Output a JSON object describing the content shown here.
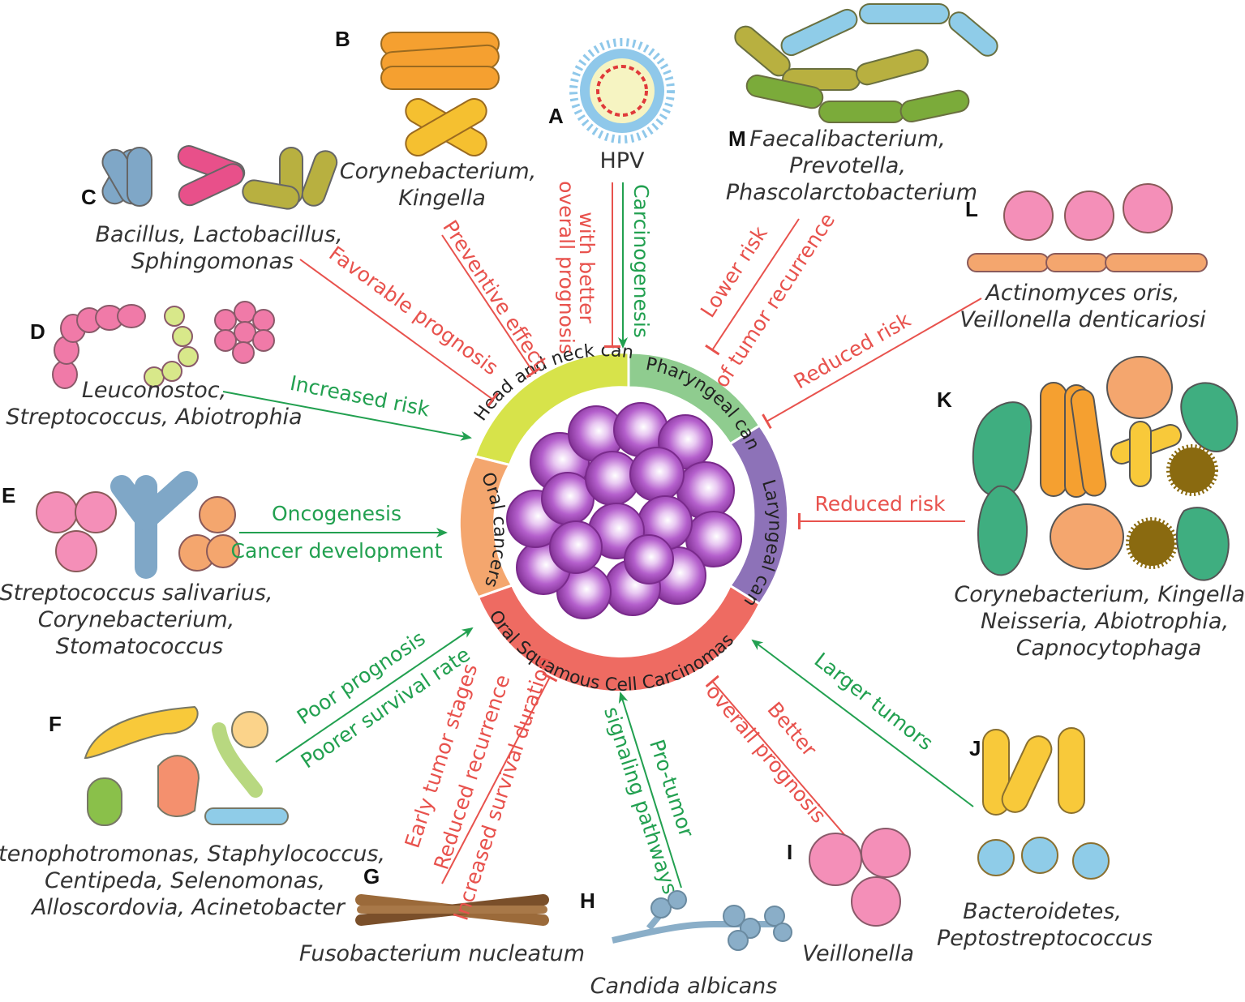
{
  "center": {
    "segments": [
      {
        "id": "head-neck",
        "label": "Head and neck cancers",
        "color": "#d7e34a"
      },
      {
        "id": "pharyngeal",
        "label": "Pharyngeal cancers",
        "color": "#8fcc8f"
      },
      {
        "id": "laryngeal",
        "label": "Laryngeal cancers",
        "color": "#8d72b8"
      },
      {
        "id": "oscc",
        "label": "Oral Squamous Cell Carcinomas",
        "color": "#ee6b62"
      },
      {
        "id": "oral",
        "label": "Oral cancers",
        "color": "#f4a66e"
      }
    ]
  },
  "panels": {
    "A": {
      "tag": "A",
      "species": [
        "HPV"
      ],
      "relations": [
        "with better",
        "overall prognosis",
        "Carcinogenesis"
      ]
    },
    "B": {
      "tag": "B",
      "species": [
        "Corynebacterium,",
        "Kingella"
      ],
      "relations": [
        "Preventive effect"
      ]
    },
    "C": {
      "tag": "C",
      "species": [
        "Bacillus, Lactobacillus,",
        "Sphingomonas"
      ],
      "relations": [
        "Favorable prognosis"
      ]
    },
    "D": {
      "tag": "D",
      "species": [
        "Leuconostoc,",
        "Streptococcus, Abiotrophia"
      ],
      "relations": [
        "Increased risk"
      ]
    },
    "E": {
      "tag": "E",
      "species": [
        "Streptococcus salivarius,",
        "Corynebacterium,",
        "Stomatococcus"
      ],
      "relations": [
        "Oncogenesis",
        "Cancer development"
      ]
    },
    "F": {
      "tag": "F",
      "species": [
        "Stenophotromonas, Staphylococcus,",
        "Centipeda, Selenomonas,",
        "Alloscordovia, Acinetobacter"
      ],
      "relations": [
        "Poor prognosis",
        "Poorer survival rate"
      ]
    },
    "G": {
      "tag": "G",
      "species": [
        "Fusobacterium nucleatum"
      ],
      "relations": [
        "Early tumor stages",
        "Reduced recurrence",
        "Increased survival duration"
      ]
    },
    "H": {
      "tag": "H",
      "species": [
        "Candida albicans"
      ],
      "relations": [
        "Pro-tumor",
        "signaling pathways"
      ]
    },
    "I": {
      "tag": "I",
      "species": [
        "Veillonella"
      ],
      "relations": [
        "Better",
        "overall prognosis"
      ]
    },
    "J": {
      "tag": "J",
      "species": [
        "Bacteroidetes,",
        "Peptostreptococcus"
      ],
      "relations": [
        "Larger tumors"
      ]
    },
    "K": {
      "tag": "K",
      "species": [
        "Corynebacterium, Kingella,",
        "Neisseria, Abiotrophia,",
        "Capnocytophaga"
      ],
      "relations": [
        "Reduced risk"
      ]
    },
    "L": {
      "tag": "L",
      "species": [
        "Actinomyces oris,",
        "Veillonella denticariosi"
      ],
      "relations": [
        "Reduced risk"
      ]
    },
    "M": {
      "tag": "M",
      "species": [
        "Faecalibacterium,",
        "Prevotella,",
        "Phascolarctobacterium"
      ],
      "relations": [
        "Lower risk",
        "of tumor recurrence"
      ]
    }
  }
}
